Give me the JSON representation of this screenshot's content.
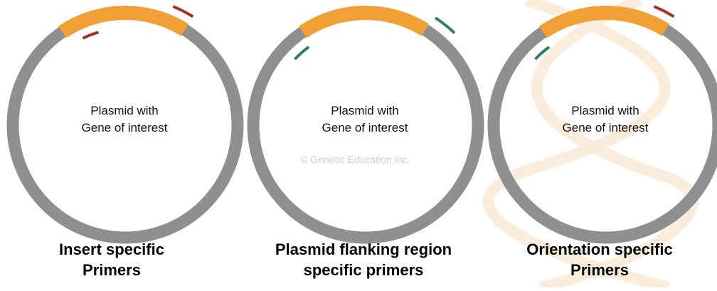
{
  "panels": [
    {
      "label_line1": "Plasmid with",
      "label_line2": "Gene of interest",
      "title_line1": "Insert specific",
      "title_line2": "Primers",
      "primer_color": "#a33322"
    },
    {
      "label_line1": "Plasmid with",
      "label_line2": "Gene of interest",
      "title_line1": "Plasmid flanking region",
      "title_line2": "specific primers",
      "primer_color": "#2e7c70"
    },
    {
      "label_line1": "Plasmid with",
      "label_line2": "Gene of interest",
      "title_line1": "Orientation specific",
      "title_line2": "Primers",
      "primer_color_forward": "#2e7c70",
      "primer_color_reverse": "#a33322"
    }
  ],
  "watermark": "© Genetic Education Inc.",
  "colors": {
    "plasmid_ring": "#8f8f8f",
    "gene_insert": "#f0a034",
    "background_helix": "#f5d9b0"
  }
}
